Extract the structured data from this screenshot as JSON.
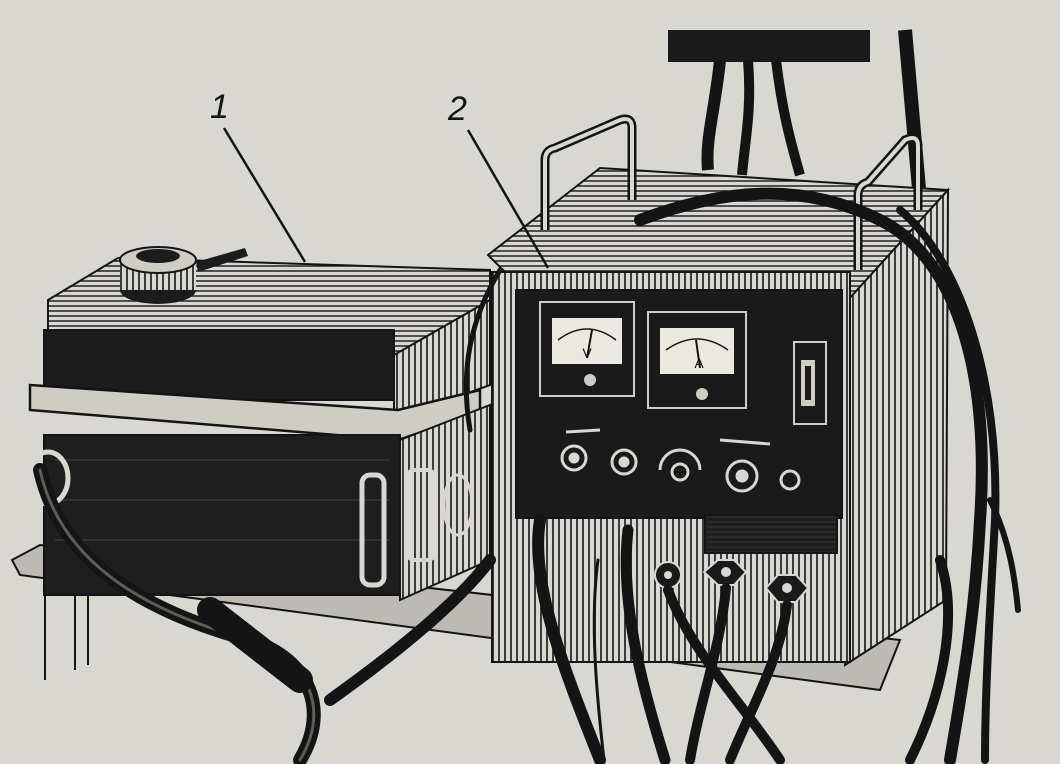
{
  "figure": {
    "callouts": [
      {
        "id": "1",
        "label": "1"
      },
      {
        "id": "2",
        "label": "2"
      }
    ]
  },
  "colors": {
    "paper": "#d9d7d1",
    "ink": "#141414",
    "midtone": "#5e5c57"
  }
}
